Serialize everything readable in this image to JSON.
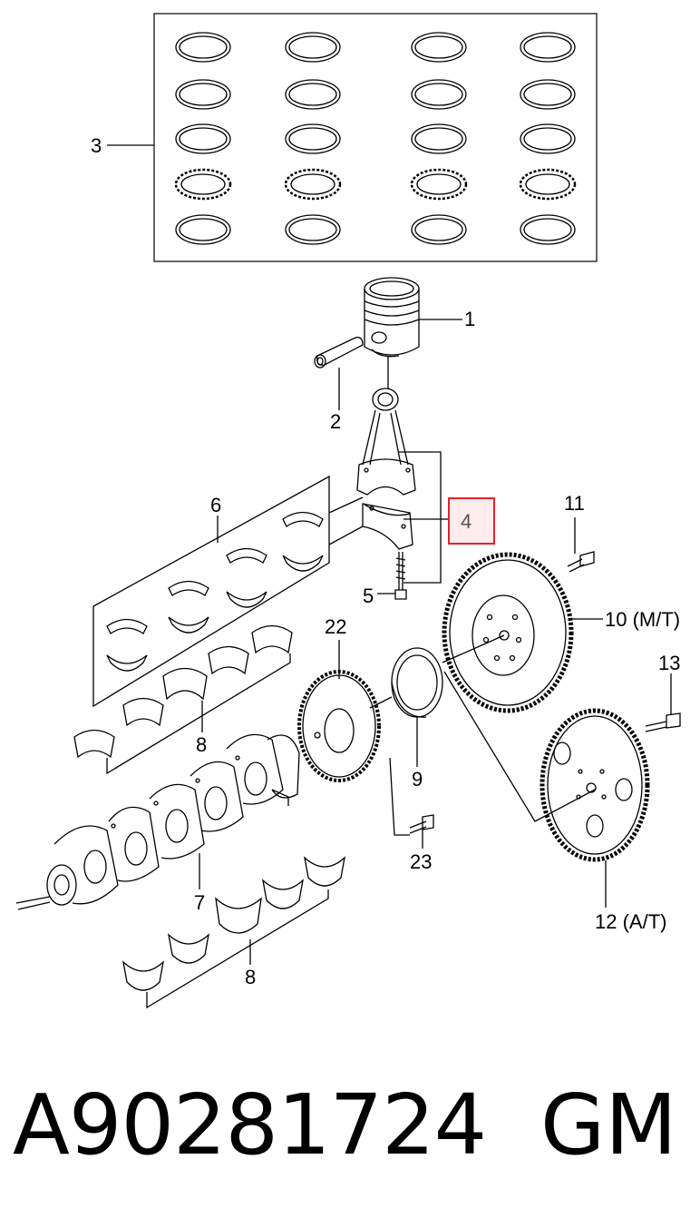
{
  "labels": {
    "p1": "1",
    "p2": "2",
    "p3": "3",
    "p4": "4",
    "p5": "5",
    "p6": "6",
    "p7": "7",
    "p8a": "8",
    "p8b": "8",
    "p9": "9",
    "p10": "10 (M/T)",
    "p11": "11",
    "p12": "12 (A/T)",
    "p13": "13",
    "p22": "22",
    "p23": "23"
  },
  "highlight": {
    "part": "4",
    "color": "#e8202a"
  },
  "footer": {
    "part_number": "A90281724",
    "brand": "GM"
  }
}
